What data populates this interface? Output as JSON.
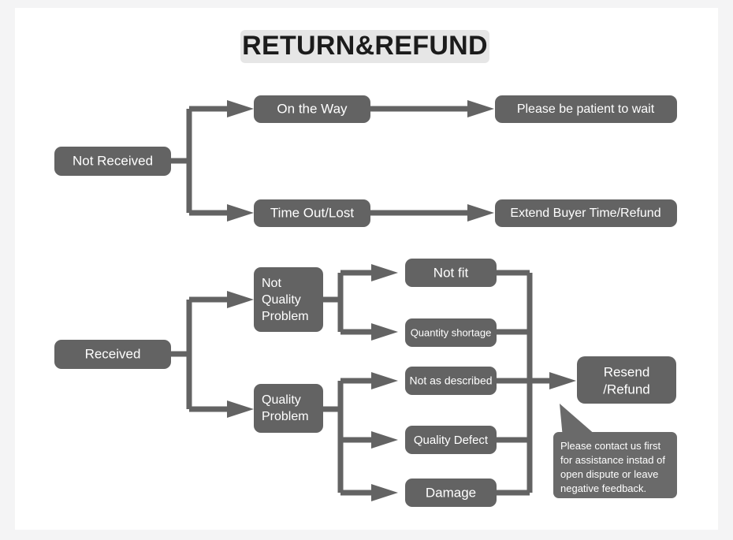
{
  "document": {
    "title": "RETURN&REFUND",
    "background_color": "#f4f4f5",
    "canvas_color": "#ffffff",
    "node_color": "#636363",
    "node_text_color": "#ffffff",
    "title_plate_color": "#e6e6e6",
    "title_text_color": "#1c1c1c",
    "connector_color": "#636363"
  },
  "chart_data": {
    "type": "diagram",
    "title": "RETURN&REFUND",
    "nodes": [
      {
        "id": "not_received",
        "label": "Not Received",
        "level": 0
      },
      {
        "id": "on_the_way",
        "label": "On the Way",
        "level": 1
      },
      {
        "id": "time_out_lost",
        "label": "Time Out/Lost",
        "level": 1
      },
      {
        "id": "be_patient",
        "label": "Please be patient to wait",
        "level": 2
      },
      {
        "id": "extend_buyer",
        "label": "Extend Buyer Time/Refund",
        "level": 2
      },
      {
        "id": "received",
        "label": "Received",
        "level": 0
      },
      {
        "id": "not_quality_problem",
        "label": "Not\nQuality\nProblem",
        "level": 1
      },
      {
        "id": "quality_problem",
        "label": "Quality\nProblem",
        "level": 1
      },
      {
        "id": "not_fit",
        "label": "Not fit",
        "level": 2
      },
      {
        "id": "quantity_shortage",
        "label": "Quantity shortage",
        "level": 2
      },
      {
        "id": "not_as_described",
        "label": "Not as described",
        "level": 2
      },
      {
        "id": "quality_defect",
        "label": "Quality Defect",
        "level": 2
      },
      {
        "id": "damage",
        "label": "Damage",
        "level": 2
      },
      {
        "id": "resend_refund",
        "label": "Resend\n/Refund",
        "level": 3
      }
    ],
    "edges": [
      {
        "from": "not_received",
        "to": "on_the_way"
      },
      {
        "from": "not_received",
        "to": "time_out_lost"
      },
      {
        "from": "on_the_way",
        "to": "be_patient"
      },
      {
        "from": "time_out_lost",
        "to": "extend_buyer"
      },
      {
        "from": "received",
        "to": "not_quality_problem"
      },
      {
        "from": "received",
        "to": "quality_problem"
      },
      {
        "from": "not_quality_problem",
        "to": "not_fit"
      },
      {
        "from": "not_quality_problem",
        "to": "quantity_shortage"
      },
      {
        "from": "quality_problem",
        "to": "not_as_described"
      },
      {
        "from": "quality_problem",
        "to": "quality_defect"
      },
      {
        "from": "quality_problem",
        "to": "damage"
      },
      {
        "from": "not_fit",
        "to": "resend_refund"
      },
      {
        "from": "quantity_shortage",
        "to": "resend_refund"
      },
      {
        "from": "not_as_described",
        "to": "resend_refund"
      },
      {
        "from": "quality_defect",
        "to": "resend_refund"
      },
      {
        "from": "damage",
        "to": "resend_refund"
      }
    ],
    "annotations": [
      {
        "id": "contact_callout",
        "target": "resend_refund",
        "lines": [
          "Please contact us first",
          "for assistance instad of",
          "open dispute or leave",
          "negative feedback."
        ]
      }
    ]
  },
  "nodes": {
    "not_received": "Not Received",
    "on_the_way": "On the Way",
    "time_out_lost": "Time Out/Lost",
    "be_patient": "Please be patient to wait",
    "extend_buyer": "Extend Buyer Time/Refund",
    "received": "Received",
    "not_quality_problem_l1": "Not",
    "not_quality_problem_l2": "Quality",
    "not_quality_problem_l3": "Problem",
    "quality_problem_l1": "Quality",
    "quality_problem_l2": "Problem",
    "not_fit": "Not fit",
    "quantity_shortage": "Quantity shortage",
    "not_as_described": "Not as described",
    "quality_defect": "Quality Defect",
    "damage": "Damage",
    "resend_refund_l1": "Resend",
    "resend_refund_l2": "/Refund"
  },
  "callout": {
    "line1": "Please contact us first",
    "line2": "for assistance instad of",
    "line3": "open dispute or leave",
    "line4": "negative feedback."
  }
}
